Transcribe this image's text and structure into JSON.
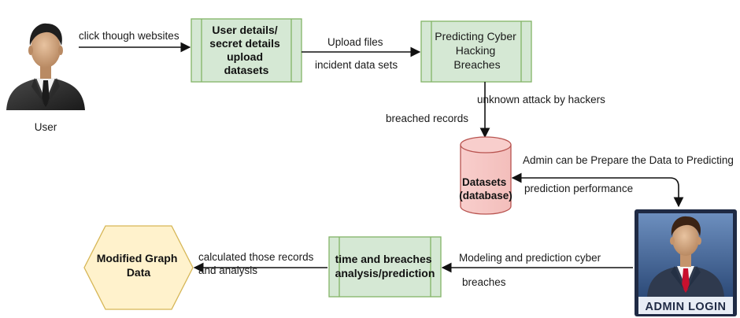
{
  "actors": {
    "user": {
      "label": "User"
    },
    "admin": {
      "caption": "ADMIN LOGIN"
    }
  },
  "nodes": {
    "upload": {
      "lines": [
        "User details/",
        "secret details",
        "upload",
        "datasets"
      ]
    },
    "predict": {
      "lines": [
        "Predicting Cyber",
        "Hacking",
        "Breaches"
      ]
    },
    "datasets": {
      "lines": [
        "Datasets",
        "(database)"
      ]
    },
    "analysis": {
      "lines": [
        "time and breaches",
        "analysis/prediction"
      ]
    },
    "graph": {
      "lines": [
        "Modified Graph",
        "Data"
      ]
    }
  },
  "edges": {
    "user_to_upload": "click though websites",
    "upload_to_predict_top": "Upload files",
    "upload_to_predict_bottom": "incident data sets",
    "predict_to_db_right": "unknown attack by hackers",
    "predict_to_db_left": "breached records",
    "db_admin_top": "Admin can be Prepare the Data to Predicting",
    "db_admin_bottom": "prediction performance",
    "admin_to_analysis_top": "Modeling and prediction cyber",
    "admin_to_analysis_bottom": "breaches",
    "analysis_to_graph_top": "calculated those records",
    "analysis_to_graph_bottom": "and analysis"
  },
  "colors": {
    "process_fill": "#d5e8d4",
    "process_stroke": "#82b366",
    "db_fill": "#f8cecc",
    "db_stroke": "#b85450",
    "hex_fill": "#fff2cc",
    "hex_stroke": "#d6b656",
    "admin_border": "#1f2a44",
    "admin_panel": "#3d5f8f",
    "tie": "#c8102e"
  },
  "icons": {
    "user": "person-suit-icon",
    "admin": "admin-person-icon"
  }
}
